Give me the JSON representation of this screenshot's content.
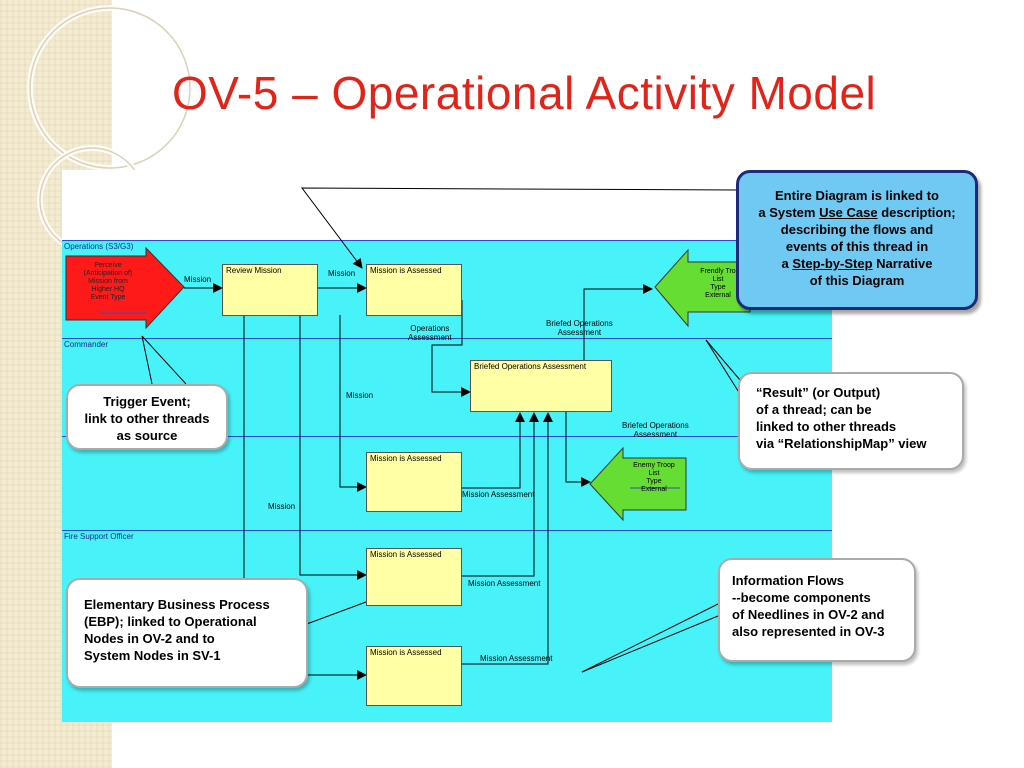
{
  "title": "OV-5 – Operational Activity Model",
  "lanes": {
    "operations": "Operations (S3/G3)",
    "commander": "Commander",
    "fire_support": "Fire Support Officer"
  },
  "trigger_shape": {
    "line1": "Perceive",
    "line2": "(Anticipation of)",
    "line3": "Mission from",
    "line4": "Higher HQ",
    "line5": "Event Type"
  },
  "boxes": {
    "review_mission": "Review Mission",
    "assessed_1": "Mission is Assessed",
    "briefed": "Briefed Operations Assessment",
    "assessed_2": "Mission is Assessed",
    "assessed_3": "Mission is Assessed",
    "assessed_4": "Mission is Assessed"
  },
  "result_shapes": {
    "friendly_line1": "Frendly Tro",
    "friendly_line2": "List",
    "friendly_line3": "Type",
    "friendly_line4": "External",
    "enemy_line1": "Enemy Troop",
    "enemy_line2": "List",
    "enemy_line3": "Type",
    "enemy_line4": "External"
  },
  "flow_labels": {
    "mission_1": "Mission",
    "mission_2": "Mission",
    "ops_assessment_1": "Operations",
    "ops_assessment_2": "Assessment",
    "briefed_top_1": "Briefed Operations",
    "briefed_top_2": "Assessment",
    "mission_3": "Mission",
    "briefed_mid_1": "Briefed Operations",
    "briefed_mid_2": "Assessment",
    "mission_4": "Mission",
    "mission_assessment_1": "Mission Assessment",
    "mission_assessment_2": "Mission Assessment",
    "mission_assessment_3": "Mission Assessment"
  },
  "callouts": {
    "use_case": {
      "l1": "Entire Diagram is linked to",
      "l2a": "a System ",
      "l2b": "Use Case",
      "l2c": " description;",
      "l3": "describing the flows and",
      "l4": "events of this thread in",
      "l5a": "a ",
      "l5b": "Step-by-Step",
      "l5c": " Narrative",
      "l6": "of this Diagram"
    },
    "trigger": {
      "l1": "Trigger Event;",
      "l2": "link to other threads",
      "l3": "as source"
    },
    "result": {
      "l1": "“Result” (or Output)",
      "l2": "of a thread; can be",
      "l3": "linked to other threads",
      "l4": "via “RelationshipMap” view"
    },
    "info_flows": {
      "l1": "Information Flows",
      "l2": "--become components",
      "l3": "of Needlines in OV-2 and",
      "l4": "also represented in OV-3"
    },
    "ebp": {
      "l1": "Elementary Business Process",
      "l2": "(EBP); linked to Operational",
      "l3": "Nodes in OV-2 and to",
      "l4": "System Nodes in SV-1"
    }
  },
  "colors": {
    "title": "#e2231a",
    "lane_fill": "#47f2f8",
    "activity_fill": "#ffffa6",
    "trigger_fill": "#ff1a1a",
    "result_fill": "#66dd33",
    "blue_callout": "#6fc9f2"
  }
}
